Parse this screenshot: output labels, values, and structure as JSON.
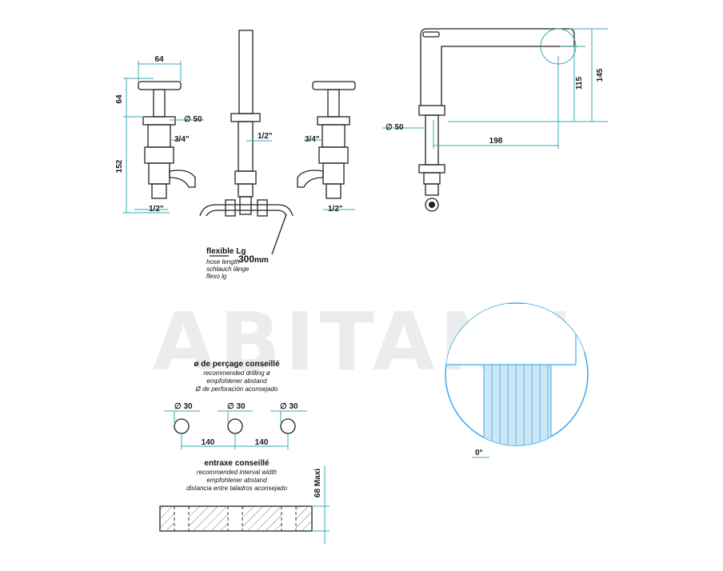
{
  "watermark": "ABITANT",
  "colors": {
    "dimension_line": "#3aaab0",
    "outline": "#222222",
    "detail_blue": "#3fa9e6"
  },
  "front_view": {
    "dim_handle_width": "64",
    "dim_handle_height": "64",
    "dim_total_height": "152",
    "dim_diameter_50": "∅ 50",
    "thread_left_upper": "3/4\"",
    "thread_left_lower": "1/2\"",
    "thread_spout": "1/2\"",
    "thread_right_upper": "3/4\"",
    "thread_right_lower": "1/2\""
  },
  "hose_note": {
    "title": "flexible Lg",
    "lines": [
      "hose length",
      "schlauch länge",
      "flexo lg"
    ],
    "length": "300",
    "unit": "mm"
  },
  "side_view": {
    "dim_height_outer": "145",
    "dim_height_inner": "115",
    "dim_diameter_50": "∅ 50",
    "dim_reach": "198"
  },
  "drilling": {
    "title": "ø de perçage conseillé",
    "lines": [
      "recommended drilling ø",
      "empfohlener abstand",
      "Ø de perforación aconsejado"
    ],
    "hole_label": "∅ 30",
    "spacing_1": "140",
    "spacing_2": "140"
  },
  "interval": {
    "title": "entraxe conseillé",
    "lines": [
      "recommended interval width",
      "empfohlener abstand",
      "distancia entre taladros aconsejado"
    ],
    "max_thickness": "68",
    "max_label": "Maxi"
  },
  "detail": {
    "angle": "0°"
  }
}
